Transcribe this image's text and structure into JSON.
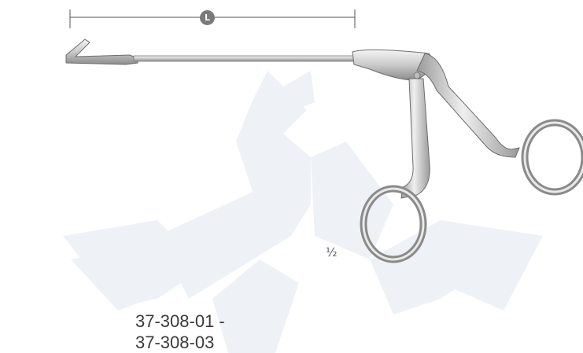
{
  "dimension": {
    "label": "L"
  },
  "scale": {
    "label": "½"
  },
  "product": {
    "codes": [
      "37-308-01 -",
      "37-308-03"
    ]
  },
  "colors": {
    "watermark": "#eef2f7",
    "steel_light": "#e6e6e6",
    "steel_dark": "#8f8f8f",
    "dimension_line": "#555555",
    "badge": "#7a7a7a"
  }
}
